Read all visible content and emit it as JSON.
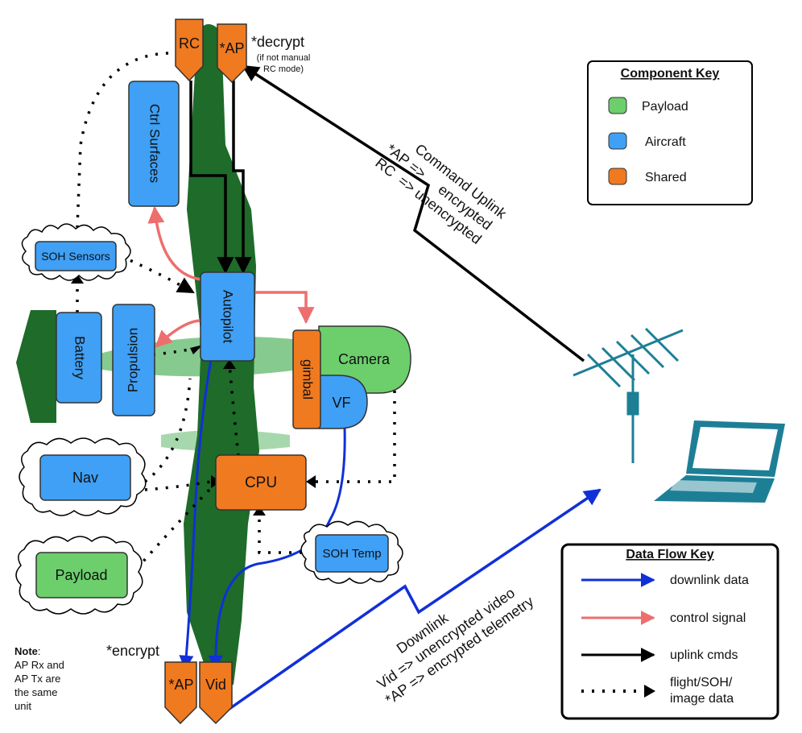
{
  "nodes": {
    "rc_top": "RC",
    "ap_top": "*AP",
    "ctrl_surfaces": "Ctrl Surfaces",
    "soh_sensors": "SOH Sensors",
    "battery": "Battery",
    "propulsion": "Propulsion",
    "autopilot": "Autopilot",
    "gimbal": "gimbal",
    "camera": "Camera",
    "vf": "VF",
    "nav": "Nav",
    "cpu": "CPU",
    "soh_temp": "SOH Temp",
    "payload": "Payload",
    "ap_bottom": "*AP",
    "vid_bottom": "Vid"
  },
  "annotations": {
    "decrypt": "*decrypt",
    "decrypt_note_1": "(if not manual",
    "decrypt_note_2": "RC mode)",
    "encrypt": "*encrypt"
  },
  "links": {
    "uplink_title": "Command Uplink",
    "uplink_line1": "*AP =>     encrypted",
    "uplink_line2": "RC  => unencrypted",
    "downlink_title": "Downlink",
    "downlink_line1": "Vid => unencrypted video",
    "downlink_line2": "*AP => encrypted telemetry"
  },
  "component_key": {
    "title": "Component Key",
    "items": [
      {
        "label": "Payload",
        "color": "#6ccf6c"
      },
      {
        "label": "Aircraft",
        "color": "#3fa0f5"
      },
      {
        "label": "Shared",
        "color": "#f07a1f"
      }
    ]
  },
  "data_flow_key": {
    "title": "Data Flow Key",
    "items": [
      {
        "label": "downlink data",
        "style": "blue-arrow"
      },
      {
        "label": "control signal",
        "style": "pink-arrow"
      },
      {
        "label": "uplink cmds",
        "style": "black-arrow"
      },
      {
        "label_line1": "flight/SOH/",
        "label_line2": "image data",
        "style": "dotted-arrow"
      }
    ]
  },
  "note": {
    "head": "Note",
    "line1": "AP Rx and",
    "line2": "AP Tx are",
    "line3": "the same",
    "line4": "unit"
  },
  "colors": {
    "payload": "#6ccf6c",
    "aircraft": "#3fa0f5",
    "shared": "#f07a1f",
    "airframe": "#1e6b2a",
    "downlink": "#1030d8",
    "control": "#ee6e6e",
    "uplink": "#000000",
    "antenna": "#1d7f96",
    "laptop": "#1d7f96"
  },
  "icons": [
    "antenna-icon",
    "laptop-icon",
    "airframe-silhouette"
  ]
}
